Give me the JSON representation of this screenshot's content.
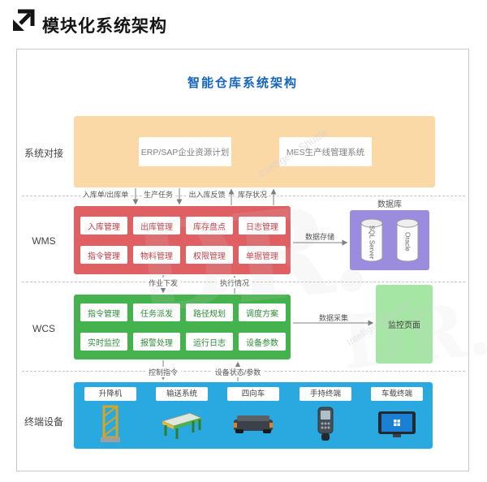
{
  "header": {
    "title": "模块化系统架构"
  },
  "diagram": {
    "title": "智能仓库系统架构",
    "watermark_big": "DR.",
    "watermark_small": "Intelligent Shuttle"
  },
  "integration": {
    "label": "系统对接",
    "systems": [
      "ERP/SAP企业资源计划",
      "MES生产线管理系统"
    ]
  },
  "flows": {
    "int_wms": [
      "入库单/出库单",
      "生产任务",
      "出入库反馈",
      "库存状况"
    ],
    "wms_db": "数据存储",
    "wms_wcs": [
      "作业下发",
      "执行情况"
    ],
    "wcs_monitor": "数据采集",
    "wcs_dev": [
      "控制指令",
      "设备状态/参数"
    ]
  },
  "wms": {
    "label": "WMS",
    "modules": [
      "入库管理",
      "出库管理",
      "库存盘点",
      "日志管理",
      "指令管理",
      "物料管理",
      "权限管理",
      "单据管理"
    ]
  },
  "database": {
    "label": "数据库",
    "items": [
      "SQL Server",
      "Oracle"
    ]
  },
  "wcs": {
    "label": "WCS",
    "modules": [
      "指令管理",
      "任务派发",
      "路径规划",
      "调度方案",
      "实时监控",
      "报警处理",
      "运行日志",
      "设备参数"
    ]
  },
  "monitor": {
    "label": "监控页面"
  },
  "devices": {
    "label": "终端设备",
    "items": [
      "升降机",
      "输送系统",
      "四向车",
      "手持终端",
      "车载终端"
    ]
  },
  "colors": {
    "title_blue": "#1565c0",
    "integration_bg": "#fad9a6",
    "wms_bg": "#df5f63",
    "database_bg": "#9c8ce0",
    "wcs_bg": "#44b24d",
    "monitor_bg": "#a5e6a5",
    "devices_bg": "#2aa9e0"
  }
}
